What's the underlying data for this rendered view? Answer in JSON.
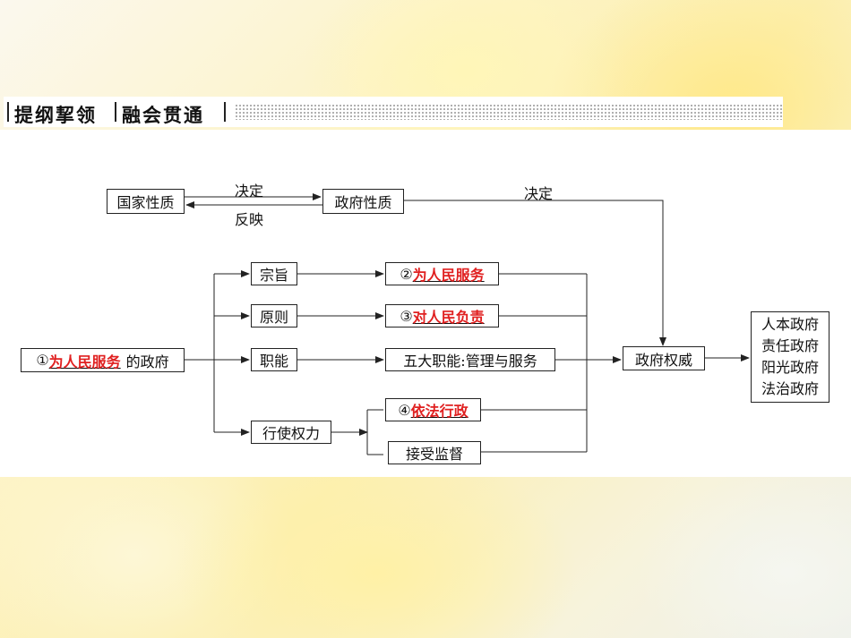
{
  "title": {
    "part1": "提纲挈领",
    "part2": "融会贯通"
  },
  "top": {
    "box_state_nature": "国家性质",
    "box_gov_nature": "政府性质",
    "arrow_decide": "决定",
    "arrow_reflect": "反映",
    "arrow_decide2": "决定"
  },
  "left": {
    "num": "①",
    "blank": "为人民服务",
    "suffix": "的政府"
  },
  "branches": {
    "purpose": "宗旨",
    "principle": "原则",
    "function": "职能",
    "exercise": "行使权力"
  },
  "answers": {
    "a2_num": "②",
    "a2": "为人民服务",
    "a3_num": "③",
    "a3": "对人民负责",
    "five_functions": "五大职能:管理与服务",
    "a4_num": "④",
    "a4": "依法行政",
    "supervision": "接受监督"
  },
  "authority": "政府权威",
  "gov_types": [
    "人本政府",
    "责任政府",
    "阳光政府",
    "法治政府"
  ]
}
